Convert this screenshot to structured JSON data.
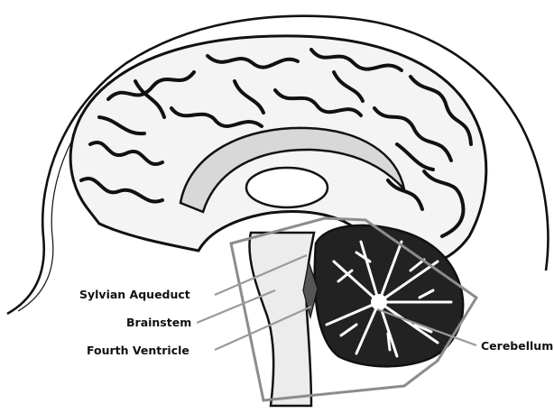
{
  "labels": {
    "sylvian_aqueduct": "Sylvian Aqueduct",
    "brainstem": "Brainstem",
    "fourth_ventricle": "Fourth Ventricle",
    "cerebellum": "Cerebellum"
  },
  "colors": {
    "ink": "#111111",
    "leader_line": "#9a9a9a",
    "highlight_outline": "#8c8c8c",
    "background": "#ffffff"
  }
}
